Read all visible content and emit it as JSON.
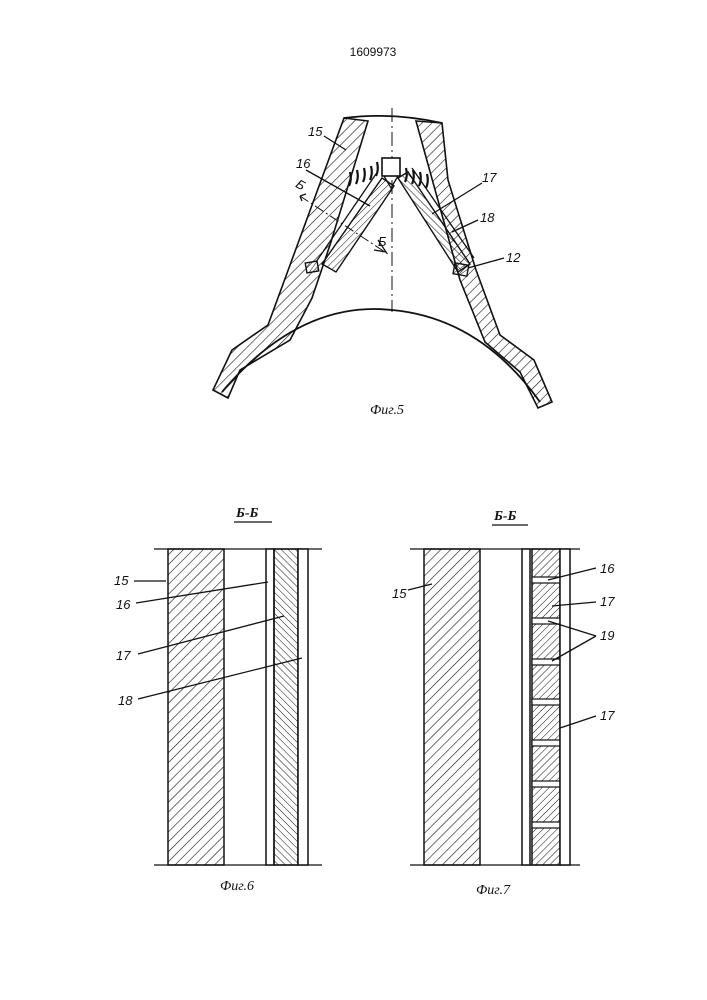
{
  "document": {
    "patent_number": "1609973"
  },
  "fig5": {
    "caption": "Фиг.5",
    "labels": {
      "l15": "15",
      "l16": "16",
      "l17": "17",
      "l18": "18",
      "l12": "12"
    },
    "section_marks": {
      "left": "Б",
      "right": "Б"
    }
  },
  "fig6": {
    "caption": "Фиг.6",
    "section_title": "Б-Б",
    "labels": {
      "l15": "15",
      "l16": "16",
      "l17": "17",
      "l18": "18"
    }
  },
  "fig7": {
    "caption": "Фиг.7",
    "section_title": "Б-Б",
    "labels": {
      "l15": "15",
      "l16": "16",
      "l17a": "17",
      "l19": "19",
      "l17b": "17"
    }
  },
  "colors": {
    "ink": "#111111",
    "paper": "#ffffff"
  }
}
